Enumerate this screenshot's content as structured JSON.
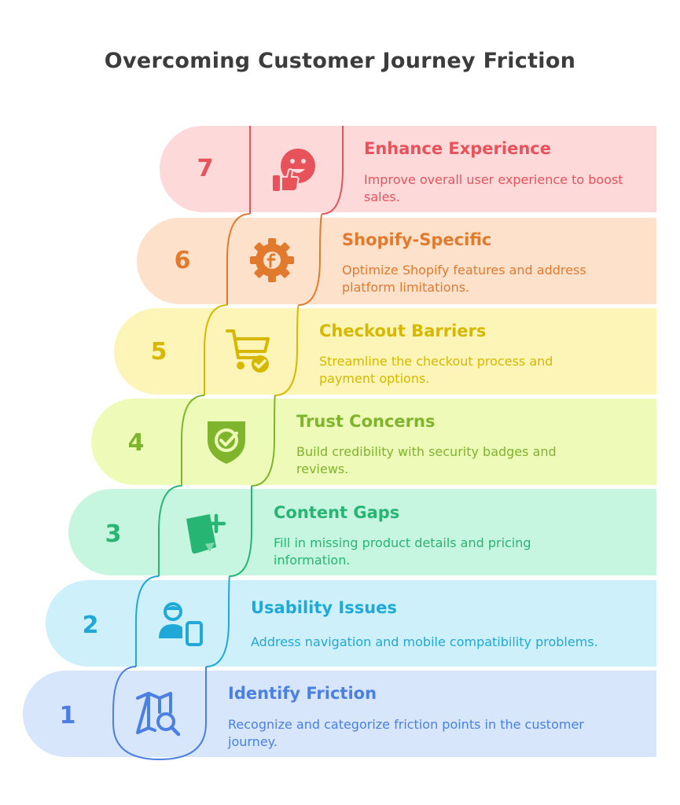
{
  "title": "Overcoming Customer Journey Friction",
  "steps": [
    {
      "number": "7",
      "heading": "Enhance Experience",
      "description": "Improve overall user experience to boost sales.",
      "icon": "smiley-thumbs-up-icon",
      "bg": "#fdd9d9",
      "color": "#e8525a"
    },
    {
      "number": "6",
      "heading": "Shopify-Specific",
      "description": "Optimize Shopify features and address platform limitations.",
      "icon": "gear-f-icon",
      "bg": "#fde1ca",
      "color": "#e27a2e"
    },
    {
      "number": "5",
      "heading": "Checkout Barriers",
      "description": "Streamline the checkout process and payment options.",
      "icon": "cart-check-icon",
      "bg": "#fdf4b8",
      "color": "#d6b800"
    },
    {
      "number": "4",
      "heading": "Trust Concerns",
      "description": "Build credibility with security badges and reviews.",
      "icon": "shield-check-icon",
      "bg": "#eefab8",
      "color": "#7eb52c"
    },
    {
      "number": "3",
      "heading": "Content Gaps",
      "description": "Fill in missing product details and pricing information.",
      "icon": "note-add-icon",
      "bg": "#c6f6df",
      "color": "#27b574"
    },
    {
      "number": "2",
      "heading": "Usability Issues",
      "description": "Address navigation and mobile compatibility problems.",
      "icon": "user-mobile-icon",
      "bg": "#cdf0fa",
      "color": "#1fa8d8"
    },
    {
      "number": "1",
      "heading": "Identify Friction",
      "description": "Recognize and categorize friction points in the customer journey.",
      "icon": "map-search-icon",
      "bg": "#d8e6fc",
      "color": "#4a7fe3"
    }
  ]
}
